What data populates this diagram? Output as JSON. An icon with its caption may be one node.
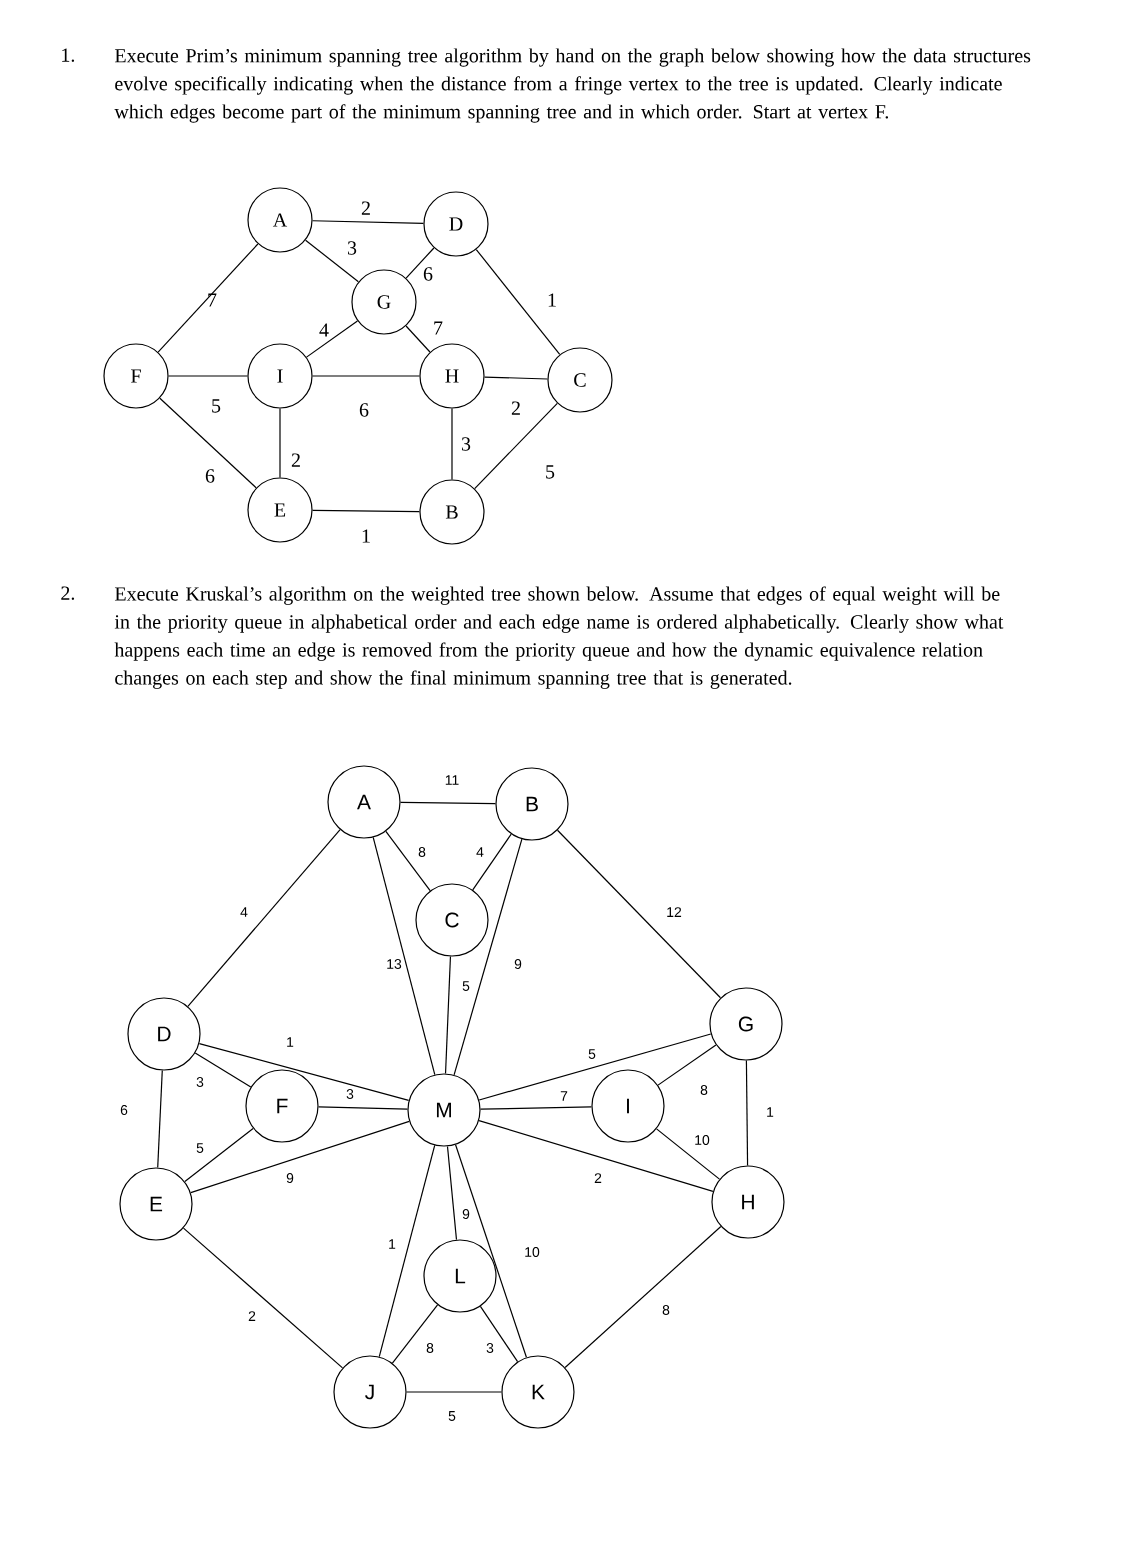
{
  "diagram": {
    "nodes": [
      {
        "text": [
          "A"
        ]
      },
      {
        "text": [
          "D"
        ]
      },
      {
        "text": [
          "G"
        ]
      },
      {
        "text": [
          "F"
        ]
      },
      {
        "text": [
          "I"
        ]
      },
      {
        "text": [
          "H"
        ]
      },
      {
        "text": [
          "C"
        ]
      },
      {
        "text": [
          "E"
        ]
      },
      {
        "text": [
          "B"
        ]
      },
      {
        "text": [
          "A"
        ]
      },
      {
        "text": [
          "B"
        ]
      },
      {
        "text": [
          "C"
        ]
      },
      {
        "text": [
          "D"
        ]
      },
      {
        "text": [
          "G"
        ]
      },
      {
        "text": [
          "F"
        ]
      },
      {
        "text": [
          "M"
        ]
      },
      {
        "text": [
          "I"
        ]
      },
      {
        "text": [
          "E"
        ]
      },
      {
        "text": [
          "H"
        ]
      },
      {
        "text": [
          "L"
        ]
      },
      {
        "text": [
          "J"
        ]
      },
      {
        "text": [
          "K"
        ]
      }
    ],
    "edges": [
      {
        "from": 0,
        "to": 1,
        "arrow": "none",
        "label": "2"
      },
      {
        "from": 0,
        "to": 2,
        "arrow": "none",
        "label": "3"
      },
      {
        "from": 1,
        "to": 2,
        "arrow": "none",
        "label": "6"
      },
      {
        "from": 1,
        "to": 6,
        "arrow": "none",
        "label": "1"
      },
      {
        "from": 0,
        "to": 3,
        "arrow": "none",
        "label": "7"
      },
      {
        "from": 2,
        "to": 4,
        "arrow": "none",
        "label": "4"
      },
      {
        "from": 2,
        "to": 5,
        "arrow": "none",
        "label": "7"
      },
      {
        "from": 3,
        "to": 4,
        "arrow": "none",
        "label": "5"
      },
      {
        "from": 4,
        "to": 5,
        "arrow": "none",
        "label": "6"
      },
      {
        "from": 5,
        "to": 6,
        "arrow": "none",
        "label": "2"
      },
      {
        "from": 4,
        "to": 7,
        "arrow": "none",
        "label": "2"
      },
      {
        "from": 5,
        "to": 8,
        "arrow": "none",
        "label": "3"
      },
      {
        "from": 3,
        "to": 7,
        "arrow": "none",
        "label": "6"
      },
      {
        "from": 6,
        "to": 8,
        "arrow": "none",
        "label": "5"
      },
      {
        "from": 7,
        "to": 8,
        "arrow": "none",
        "label": "1"
      },
      {
        "from": 9,
        "to": 10,
        "arrow": "none",
        "label": "11"
      },
      {
        "from": 9,
        "to": 11,
        "arrow": "none",
        "label": "8"
      },
      {
        "from": 10,
        "to": 11,
        "arrow": "none",
        "label": "4"
      },
      {
        "from": 9,
        "to": 12,
        "arrow": "none",
        "label": "4"
      },
      {
        "from": 9,
        "to": 15,
        "arrow": "none",
        "label": "13"
      },
      {
        "from": 11,
        "to": 15,
        "arrow": "none",
        "label": "5"
      },
      {
        "from": 10,
        "to": 15,
        "arrow": "none",
        "label": "9"
      },
      {
        "from": 10,
        "to": 13,
        "arrow": "none",
        "label": "12"
      },
      {
        "from": 12,
        "to": 15,
        "arrow": "none",
        "label": "1"
      },
      {
        "from": 12,
        "to": 14,
        "arrow": "none",
        "label": "3"
      },
      {
        "from": 12,
        "to": 17,
        "arrow": "none",
        "label": "6"
      },
      {
        "from": 14,
        "to": 15,
        "arrow": "none",
        "label": "3"
      },
      {
        "from": 14,
        "to": 17,
        "arrow": "none",
        "label": "5"
      },
      {
        "from": 17,
        "to": 15,
        "arrow": "none",
        "label": "9"
      },
      {
        "from": 15,
        "to": 16,
        "arrow": "none",
        "label": "7"
      },
      {
        "from": 15,
        "to": 13,
        "arrow": "none",
        "label": "5"
      },
      {
        "from": 16,
        "to": 13,
        "arrow": "none",
        "label": "8"
      },
      {
        "from": 13,
        "to": 18,
        "arrow": "none",
        "label": "1"
      },
      {
        "from": 16,
        "to": 18,
        "arrow": "none",
        "label": "10"
      },
      {
        "from": 15,
        "to": 18,
        "arrow": "none",
        "label": "2"
      },
      {
        "from": 15,
        "to": 20,
        "arrow": "none",
        "label": "1"
      },
      {
        "from": 15,
        "to": 19,
        "arrow": "none",
        "label": "9"
      },
      {
        "from": 15,
        "to": 21,
        "arrow": "none",
        "label": "10"
      },
      {
        "from": 19,
        "to": 20,
        "arrow": "none",
        "label": "8"
      },
      {
        "from": 19,
        "to": 21,
        "arrow": "none",
        "label": "3"
      },
      {
        "from": 20,
        "to": 21,
        "arrow": "none",
        "label": "5"
      },
      {
        "from": 17,
        "to": 20,
        "arrow": "none",
        "label": "2"
      },
      {
        "from": 21,
        "to": 18,
        "arrow": "none",
        "label": "8"
      }
    ],
    "labels": [
      "1.",
      "Execute Prim’s minimum spanning tree algorithm by hand on the graph below showing how the data structures evolve specifically indicating when the distance from a fringe vertex to the tree is updated. Clearly indicate which edges become part of the minimum spanning tree and in which order. Start at vertex F.",
      "2.",
      "Execute Kruskal’s algorithm on the weighted tree shown below. Assume that edges of equal weight will be in the priority queue in alphabetical order and each edge name is ordered alphabetically. Clearly show what happens each time an edge is removed from the priority queue and how the dynamic equivalence relation changes on each step and show the final minimum spanning tree that is generated."
    ]
  }
}
